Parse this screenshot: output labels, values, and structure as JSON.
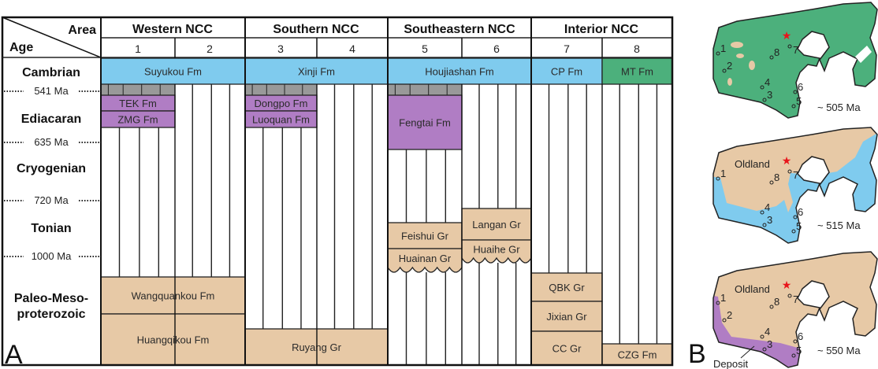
{
  "header": {
    "area_label": "Area",
    "age_label": "Age",
    "regions": [
      "Western NCC",
      "Southern NCC",
      "Southeastern NCC",
      "Interior NCC"
    ],
    "columns": [
      "1",
      "2",
      "3",
      "4",
      "5",
      "6",
      "7",
      "8"
    ]
  },
  "ages": {
    "cambrian": "Cambrian",
    "ma541": "541 Ma",
    "ediacaran": "Ediacaran",
    "ma635": "635 Ma",
    "cryogenian": "Cryogenian",
    "ma720": "720 Ma",
    "tonian": "Tonian",
    "ma1000": "1000 Ma",
    "paleo_line1": "Paleo-Meso-",
    "paleo_line2": "proterozoic"
  },
  "formations": {
    "suyukou": "Suyukou Fm",
    "xinji": "Xinji Fm",
    "houjiashan": "Houjiashan Fm",
    "cp": "CP Fm",
    "mt": "MT Fm",
    "tek": "TEK Fm",
    "zmg": "ZMG Fm",
    "dongpo": "Dongpo Fm",
    "luoquan": "Luoquan Fm",
    "fengtai": "Fengtai Fm",
    "wangquankou": "Wangquankou Fm",
    "huangqikou": "Huangqikou Fm",
    "ruyang": "Ruyang Gr",
    "feishui": "Feishui Gr",
    "huainan": "Huainan Gr",
    "langan": "Langan Gr",
    "huaihe": "Huaihe Gr",
    "qbk": "QBK Gr",
    "jixian": "Jixian Gr",
    "cc": "CC Gr",
    "czg": "CZG Fm"
  },
  "panels": {
    "a": "A",
    "b": "B"
  },
  "maps": {
    "ages": [
      "~ 505 Ma",
      "~ 515 Ma",
      "~ 550 Ma"
    ],
    "oldland": "Oldland",
    "deposit": "Deposit",
    "sites": [
      "1",
      "2",
      "3",
      "4",
      "5",
      "6",
      "7",
      "8"
    ]
  },
  "colors": {
    "cambrian_blue": "#7fcbee",
    "mt_green": "#4cb07c",
    "ediacaran_purple": "#b07dc4",
    "proterozoic_tan": "#e7c9a6",
    "hiatus_gray": "#999999",
    "star_red": "#e8151b"
  }
}
